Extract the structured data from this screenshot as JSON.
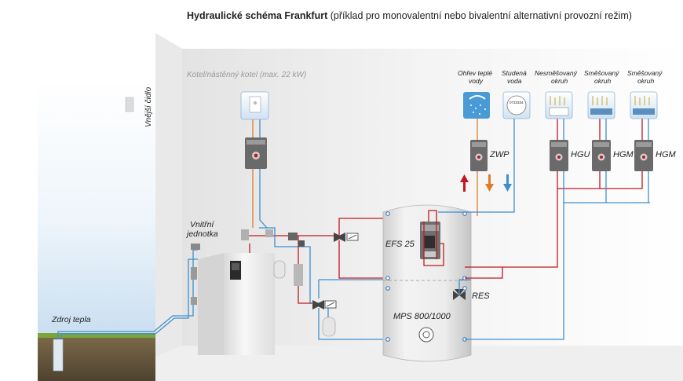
{
  "title": {
    "bold": "Hydraulické schéma Frankfurt",
    "rest": " (příklad pro monovalentní nebo bivalentní alternativní provozní režim)"
  },
  "labels": {
    "boiler": "Kotel/nástěnný kotel (max. 22 kW)",
    "outdoor_sensor": "Vnější čidlo",
    "indoor_unit_line1": "Vnitřní",
    "indoor_unit_line2": "jednotka",
    "heat_source": "Zdroj tepla",
    "efs": "EFS 25",
    "mps": "MPS 800/1000",
    "res": "RES",
    "zwp": "ZWP",
    "hgu": "HGU",
    "hgm1": "HGM",
    "hgm2": "HGM"
  },
  "consumers": [
    {
      "line1": "Ohřev teplé",
      "line2": "vody",
      "icon": "shower-icon"
    },
    {
      "line1": "Studená",
      "line2": "voda",
      "icon": "water-meter-icon"
    },
    {
      "line1": "Nesměšovaný",
      "line2": "okruh",
      "icon": "radiator-icon"
    },
    {
      "line1": "Směšovaný",
      "line2": "okruh",
      "icon": "floor-heating-icon"
    },
    {
      "line1": "Směšovaný",
      "line2": "okruh",
      "icon": "floor-heating-icon"
    }
  ],
  "meter_display": "0733334",
  "colors": {
    "supply": "#c0181e",
    "return": "#3d8fd0",
    "hot_water": "#e07b29",
    "wall": "#ececec",
    "ground": "#6b5a3a",
    "grass": "#7aa63a",
    "tank": "#e6e6e6"
  }
}
